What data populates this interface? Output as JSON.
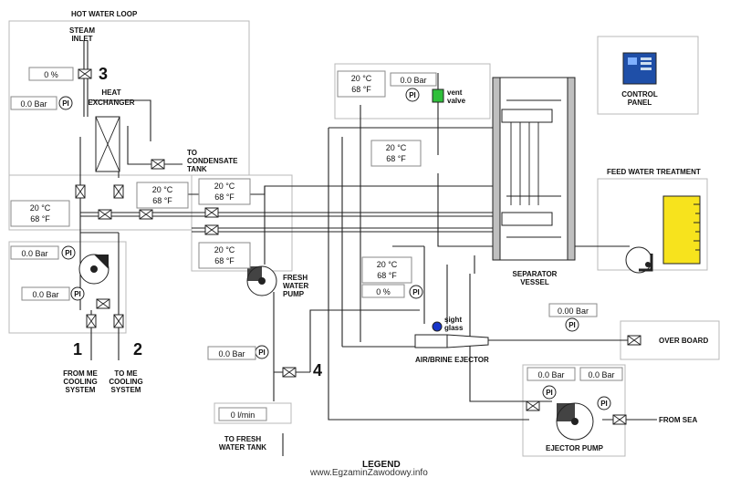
{
  "labels": {
    "hot_water_loop": "HOT WATER LOOP",
    "steam_inlet_1": "STEAM",
    "steam_inlet_2": "INLET",
    "heat_exchanger_1": "HEAT",
    "heat_exchanger_2": "EXCHANGER",
    "to_condensate_1": "TO",
    "to_condensate_2": "CONDENSATE",
    "to_condensate_3": "TANK",
    "control_panel_1": "CONTROL",
    "control_panel_2": "PANEL",
    "feed_water_treatment": "FEED WATER TREATMENT",
    "separator_1": "SEPARATOR",
    "separator_2": "VESSEL",
    "fresh_water_pump_1": "FRESH",
    "fresh_water_pump_2": "WATER",
    "fresh_water_pump_3": "PUMP",
    "vent_valve_1": "vent",
    "vent_valve_2": "valve",
    "sight_glass_1": "sight",
    "sight_glass_2": "glass",
    "air_brine_ejector": "AIR/BRINE EJECTOR",
    "over_board": "OVER BOARD",
    "from_sea": "FROM SEA",
    "ejector_pump": "EJECTOR PUMP",
    "from_me_1": "FROM ME",
    "from_me_2": "COOLING",
    "from_me_3": "SYSTEM",
    "to_me_1": "TO ME",
    "to_me_2": "COOLING",
    "to_me_3": "SYSTEM",
    "to_fresh_1": "TO FRESH",
    "to_fresh_2": "WATER TANK",
    "legend": "LEGEND",
    "website": "www.EgzaminZawodowy.info",
    "pi": "PI"
  },
  "numbers": {
    "n1": "1",
    "n2": "2",
    "n3": "3",
    "n4": "4"
  },
  "readouts": {
    "steam_valve_pct": "0 %",
    "hx_pressure": "0.0 Bar",
    "hot_temp_c": "20 °C",
    "hot_temp_f": "68 °F",
    "me_pressure_1": "0.0 Bar",
    "me_pressure_2": "0.0 Bar",
    "mid_upper_c": "20 °C",
    "mid_upper_f": "68 °F",
    "mid_lower_c": "20 °C",
    "mid_lower_f": "68 °F",
    "vent_temp_c": "20 °C",
    "vent_temp_f": "68 °F",
    "vent_pressure": "0.0 Bar",
    "sep_inner_c": "20 °C",
    "sep_inner_f": "68 °F",
    "ejector_temp_c": "20 °C",
    "ejector_temp_f": "68 °F",
    "ejector_pct": "0 %",
    "overboard_pressure": "0.00 Bar",
    "fresh_pressure": "0.0 Bar",
    "fresh_flow": "0 l/min",
    "pump_pressure_1": "0.0 Bar",
    "pump_pressure_2": "0.0 Bar"
  },
  "colors": {
    "feed_tank": "#f7e31d",
    "control_panel": "#1f4fa8",
    "vent_valve": "#2fbf3a",
    "sight_glass": "#1634c9"
  }
}
